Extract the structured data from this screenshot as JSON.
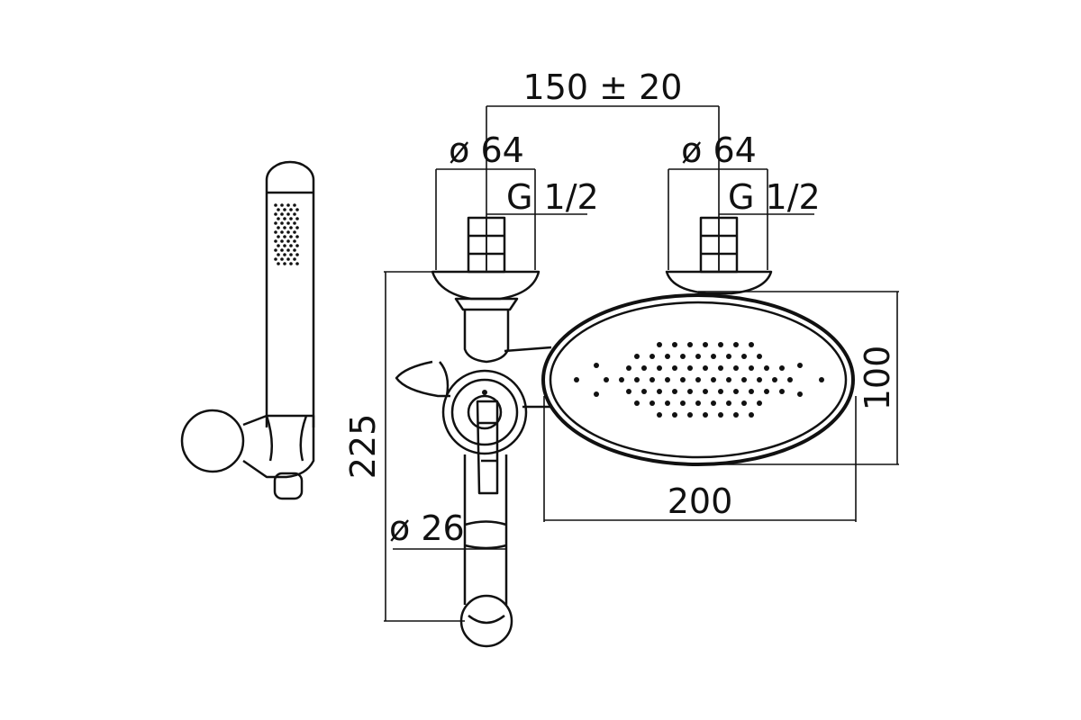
{
  "labels": {
    "spacing": "150 ± 20",
    "diameter_left": "ø 64",
    "diameter_right": "ø 64",
    "thread_left": "G 1/2",
    "thread_right": "G 1/2",
    "height_head": "100",
    "width_head": "200",
    "height_total": "225",
    "spout_diameter": "ø 26"
  }
}
